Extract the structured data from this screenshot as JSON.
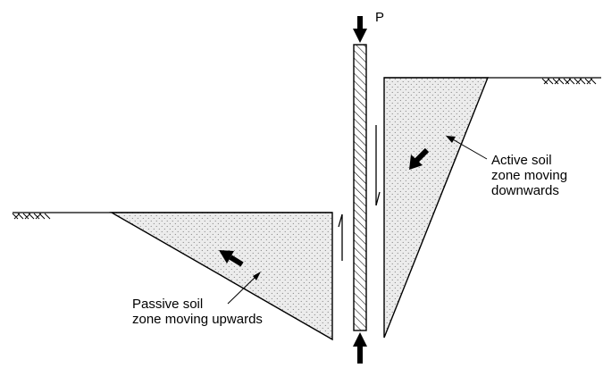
{
  "load": {
    "label": "P"
  },
  "active_zone": {
    "line1": "Active soil",
    "line2": "zone moving",
    "line3": "downwards"
  },
  "passive_zone": {
    "line1": "Passive soil",
    "line2": "zone moving upwards"
  },
  "colors": {
    "ink": "#000000",
    "background": "#ffffff",
    "soil_fill": "#ececec",
    "soil_dots": "#6e6e6e"
  }
}
